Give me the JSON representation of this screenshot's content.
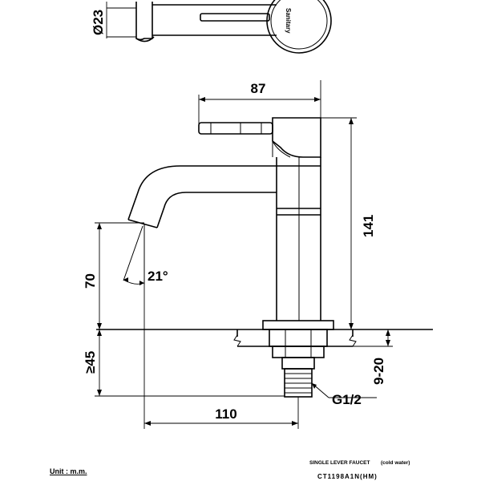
{
  "dimensions": {
    "d_top": "Ø23",
    "d_width": "87",
    "d_height": "141",
    "d_spout": "70",
    "d_angle": "21°",
    "d_deck": "≥45",
    "d_thread": "G1/2",
    "d_range": "9-20",
    "d_reach": "110"
  },
  "top_view_label": "Sanitary",
  "unit_label": "Unit : m.m.",
  "product_type": "SINGLE LEVER FAUCET",
  "product_note": "(cold water)",
  "model_code": "CT1198A1N(HM)"
}
